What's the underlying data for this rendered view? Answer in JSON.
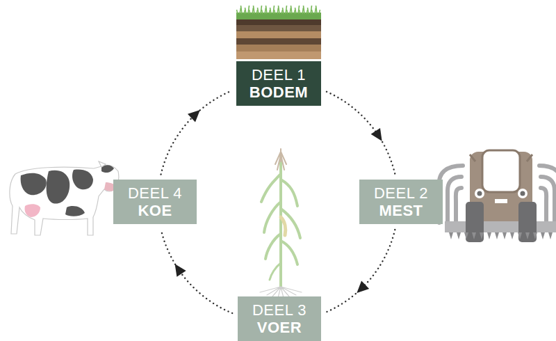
{
  "diagram": {
    "nodes": [
      {
        "text": [
          "DEEL 1",
          "BODEM"
        ]
      },
      {
        "text": [
          "DEEL 2",
          "MEST"
        ]
      },
      {
        "text": [
          "DEEL 3",
          "VOER"
        ]
      },
      {
        "text": [
          "DEEL 4",
          "KOE"
        ]
      }
    ],
    "edges": [
      {
        "from": 0,
        "to": 1,
        "arrow": "to"
      },
      {
        "from": 1,
        "to": 2,
        "arrow": "to"
      },
      {
        "from": 2,
        "to": 3,
        "arrow": "to"
      },
      {
        "from": 3,
        "to": 0,
        "arrow": "to"
      }
    ]
  }
}
